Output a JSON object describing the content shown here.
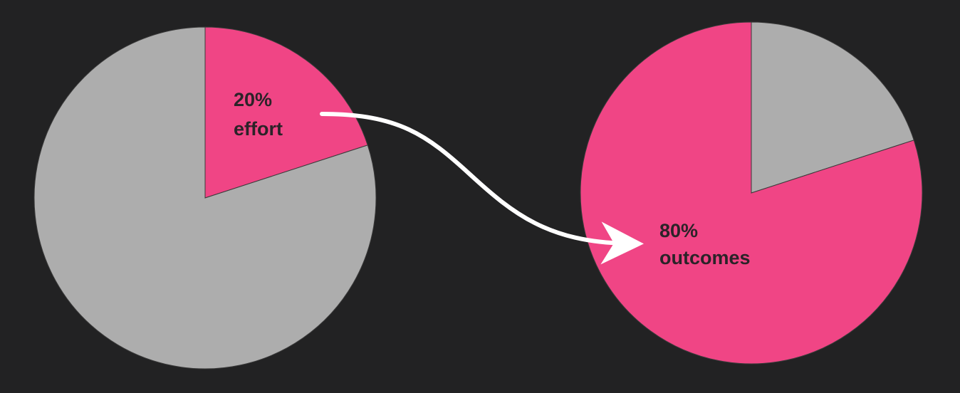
{
  "background": "#222223",
  "colors": {
    "highlight": "#f04585",
    "rest": "#adadad",
    "label": "#2b2328",
    "arrow": "#ffffff"
  },
  "chart_data": [
    {
      "type": "pie",
      "slices": [
        {
          "label_line1": "20%",
          "label_line2": "effort",
          "value": 20,
          "color": "#f04585",
          "highlighted": true
        },
        {
          "label_line1": "",
          "label_line2": "",
          "value": 80,
          "color": "#adadad",
          "highlighted": false
        }
      ]
    },
    {
      "type": "pie",
      "slices": [
        {
          "label_line1": "",
          "label_line2": "",
          "value": 20,
          "color": "#adadad",
          "highlighted": false
        },
        {
          "label_line1": "80%",
          "label_line2": "outcomes",
          "value": 80,
          "color": "#f04585",
          "highlighted": true
        }
      ]
    }
  ],
  "connector": {
    "from": "20% effort",
    "to": "80% outcomes",
    "icon": "curved-arrow-icon"
  }
}
